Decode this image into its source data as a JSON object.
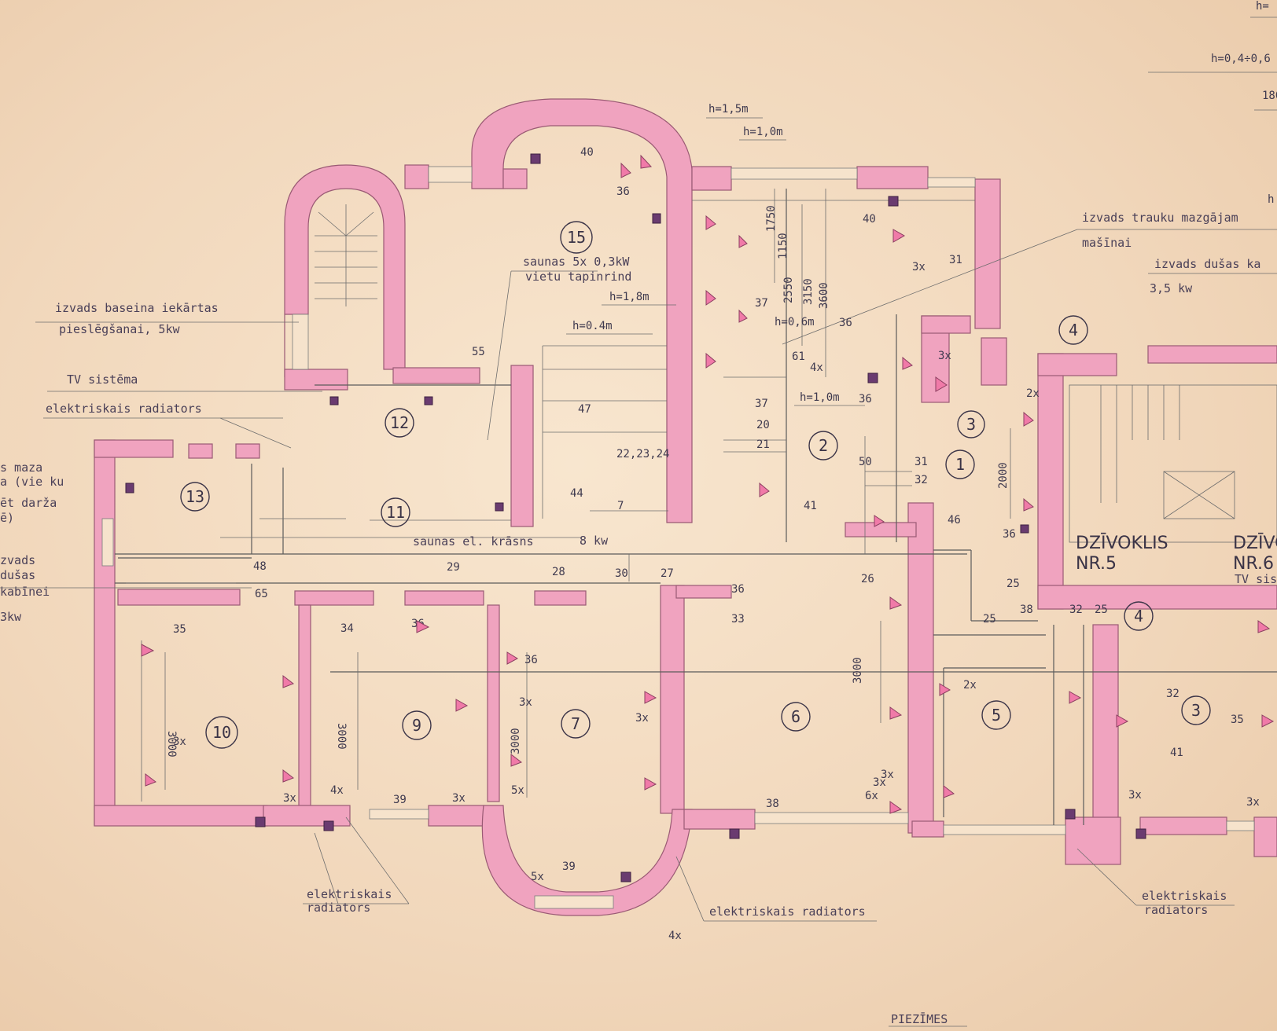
{
  "rooms": [
    "15",
    "12",
    "13",
    "11",
    "2",
    "1",
    "3",
    "4",
    "10",
    "9",
    "7",
    "6",
    "5",
    "3",
    "4"
  ],
  "apartments": [
    {
      "line1": "DZĪVOKLIS",
      "line2": "NR.5"
    },
    {
      "line1": "DZĪVO",
      "line2": "NR.6"
    }
  ],
  "notes": {
    "pool": {
      "line1": "izvads baseina iekārtas",
      "line2": "pieslēgšanai, 5kw"
    },
    "tv": "TV sistēma",
    "radiator_top": "elektriskais radiators",
    "left_1": {
      "line1": "s maza",
      "line2": "a (vie ku",
      "line3": "ēt darža",
      "line4": "ē)"
    },
    "left_2": {
      "line1": "zvads",
      "line2": "dušas",
      "line3": "kabīnei",
      "line4": "3kw"
    },
    "sauna_heater": {
      "line1": "saunas 5x 0,3kW",
      "line2": "vietu tapinrind"
    },
    "sauna_stove": "saunas el. krāsns",
    "sauna_power": "8 kw",
    "dishwasher": {
      "line1": "izvads trauku mazgājam",
      "line2": "mašīnai"
    },
    "shower": {
      "line1": "izvads dušas ka",
      "line2": "3,5 kw"
    },
    "tv_right": "TV sis",
    "radiator_bottom_left": {
      "line1": "elektriskais",
      "line2": "radiators"
    },
    "radiator_bottom_mid": "elektriskais radiators",
    "radiator_bottom_right": {
      "line1": "elektriskais",
      "line2": "radiators"
    },
    "footer": "PIEZĪMES"
  },
  "heights": [
    "h=1,5m",
    "h=1,0m",
    "h=1,8m",
    "h=0.4m",
    "h=0,6m",
    "h=1,0m",
    "h=",
    "h=0,4÷0,6",
    "180",
    "h"
  ],
  "dims": [
    "40",
    "36",
    "36",
    "55",
    "47",
    "22,23,24",
    "44",
    "7",
    "1750",
    "1150",
    "2550",
    "3150",
    "3600",
    "37",
    "37",
    "61",
    "4x",
    "36",
    "20",
    "21",
    "50",
    "31",
    "32",
    "41",
    "46",
    "40",
    "3x",
    "31",
    "3x",
    "2x",
    "2000",
    "36",
    "25",
    "48",
    "65",
    "29",
    "28",
    "30",
    "27",
    "26",
    "36",
    "33",
    "34",
    "36",
    "36",
    "35",
    "3x",
    "3000",
    "3000",
    "3000",
    "3000",
    "39",
    "39",
    "38",
    "3x",
    "5x",
    "4x",
    "6x",
    "25",
    "38",
    "32",
    "25",
    "32",
    "41",
    "35",
    "2x",
    "3x",
    "3x",
    "5x",
    "3x",
    "4x",
    "3x",
    "3x",
    "3x",
    "3x",
    "3x"
  ],
  "colors": {
    "wall": "#f0a3bf",
    "paper": "#f3dcc4",
    "ink": "#3c3548"
  }
}
